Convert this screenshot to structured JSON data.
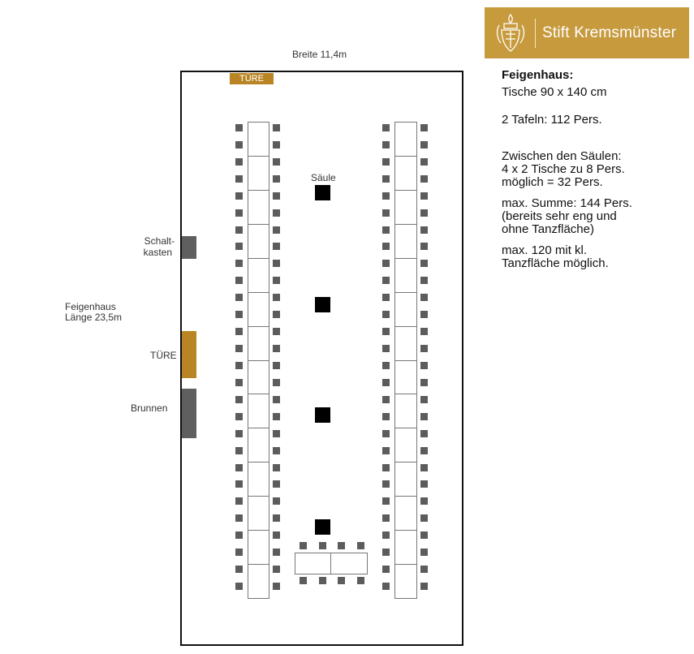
{
  "logo": {
    "name": "Stift Kremsmünster",
    "bg_color": "#c79a3e",
    "crest_icon": "crest-icon"
  },
  "plan": {
    "width_label": "Breite 11,4m",
    "door_top_label": "TÜRE",
    "door_side_label": "TÜRE",
    "pillar_label": "Säule",
    "switchbox_label_1": "Schalt-",
    "switchbox_label_2": "kasten",
    "length_label_1": "Feigenhaus",
    "length_label_2": "Länge 23,5m",
    "fountain_label": "Brunnen",
    "door_color": "#b98524",
    "fixture_color": "#5f5f5f"
  },
  "info": {
    "heading": "Feigenhaus:",
    "tables": "Tische 90 x 140 cm",
    "long_tables": "2 Tafeln: 112 Pers.",
    "between_1": "Zwischen den Säulen:",
    "between_2": "4 x 2 Tische zu 8 Pers.",
    "between_3": "möglich = 32 Pers.",
    "max_1": "max. Summe:  144 Pers.",
    "max_2": "(bereits sehr eng und",
    "max_3": "ohne Tanzfläche)",
    "dance_1": "max. 120 mit kl.",
    "dance_2": "Tanzfläche möglich."
  }
}
